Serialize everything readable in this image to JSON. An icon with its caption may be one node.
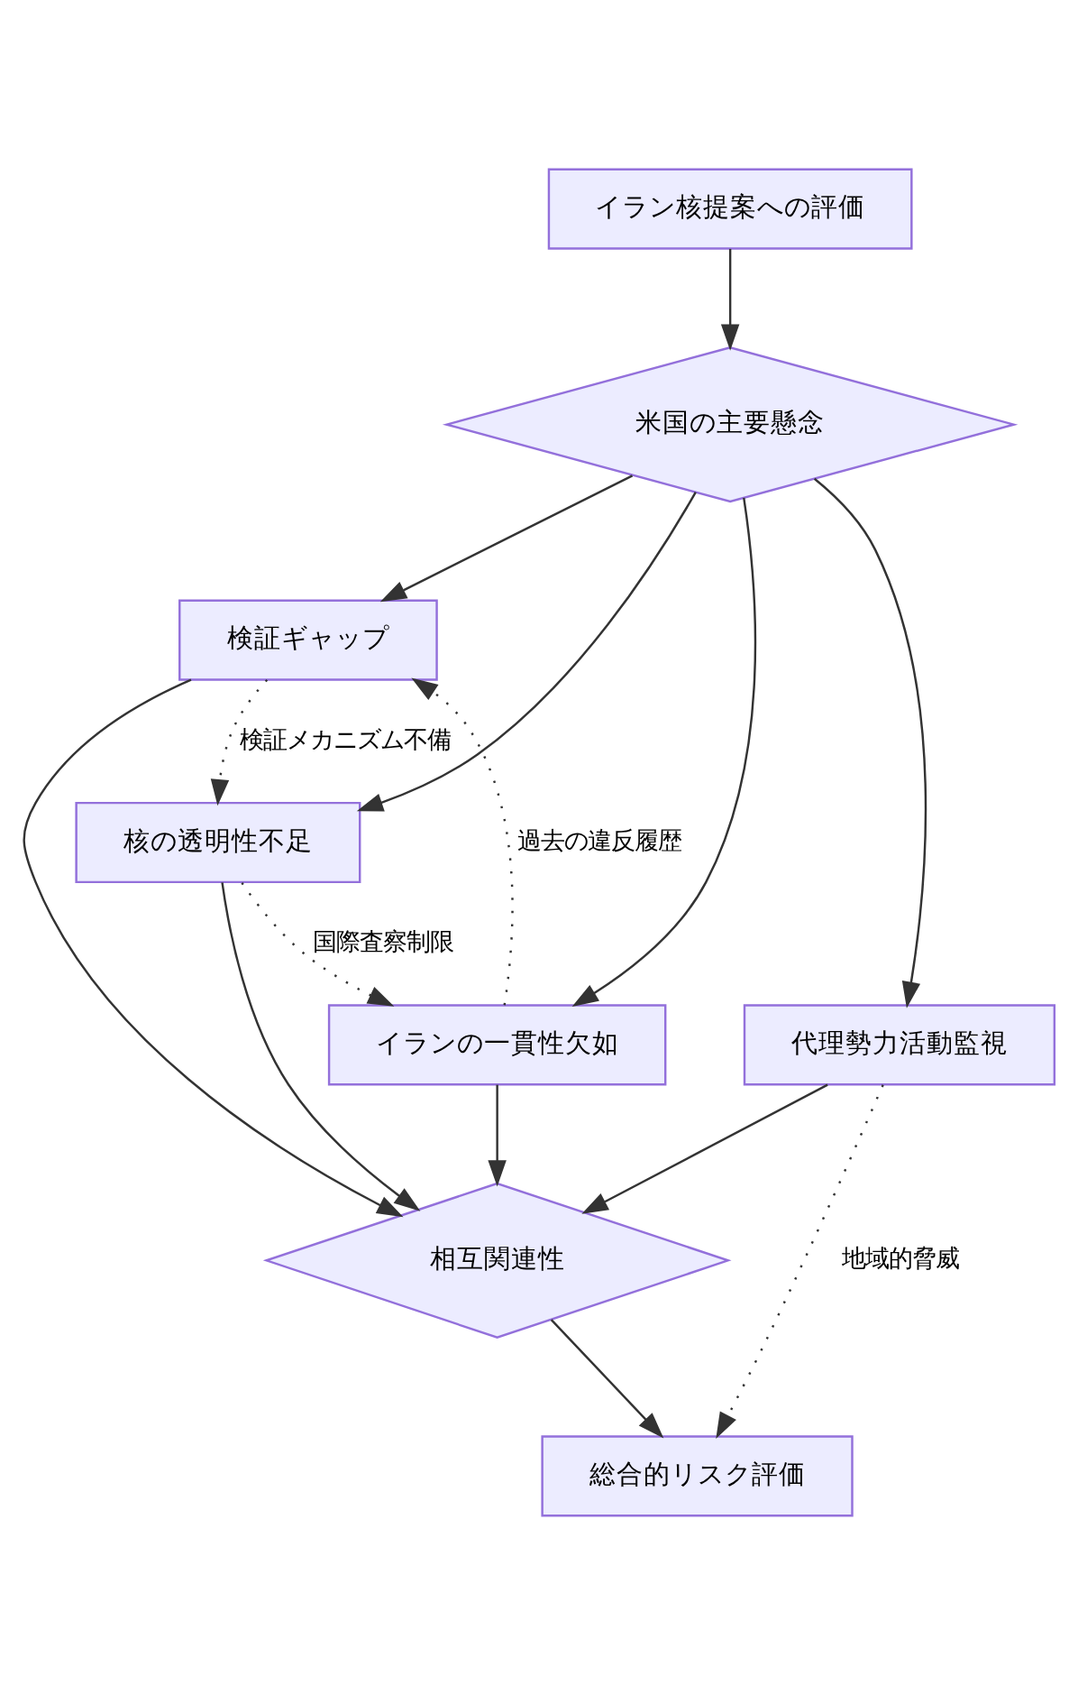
{
  "diagram": {
    "nodes": [
      {
        "text": [
          "イラン核提案への評価"
        ]
      },
      {
        "text": [
          "米国の主要懸念"
        ]
      },
      {
        "text": [
          "検証ギャップ"
        ]
      },
      {
        "text": [
          "核の透明性不足"
        ]
      },
      {
        "text": [
          "イランの一貫性欠如"
        ]
      },
      {
        "text": [
          "代理勢力活動監視"
        ]
      },
      {
        "text": [
          "相互関連性"
        ]
      },
      {
        "text": [
          "総合的リスク評価"
        ]
      }
    ],
    "edges": [
      {
        "from": 0,
        "to": 1,
        "arrow": "to"
      },
      {
        "from": 1,
        "to": 2,
        "arrow": "to"
      },
      {
        "from": 1,
        "to": 3,
        "arrow": "to"
      },
      {
        "from": 1,
        "to": 4,
        "arrow": "to"
      },
      {
        "from": 1,
        "to": 5,
        "arrow": "to"
      },
      {
        "from": 2,
        "to": 3,
        "arrow": "to",
        "label": "検証メカニズム不備",
        "style": "dashed"
      },
      {
        "from": 4,
        "to": 2,
        "arrow": "to",
        "label": "過去の違反履歴",
        "style": "dashed"
      },
      {
        "from": 3,
        "to": 4,
        "arrow": "to",
        "label": "国際査察制限",
        "style": "dashed"
      },
      {
        "from": 2,
        "to": 6,
        "arrow": "to"
      },
      {
        "from": 3,
        "to": 6,
        "arrow": "to"
      },
      {
        "from": 4,
        "to": 6,
        "arrow": "to"
      },
      {
        "from": 5,
        "to": 6,
        "arrow": "to"
      },
      {
        "from": 6,
        "to": 7,
        "arrow": "to"
      },
      {
        "from": 5,
        "to": 7,
        "arrow": "to",
        "label": "地域的脅威",
        "style": "dashed"
      }
    ]
  }
}
